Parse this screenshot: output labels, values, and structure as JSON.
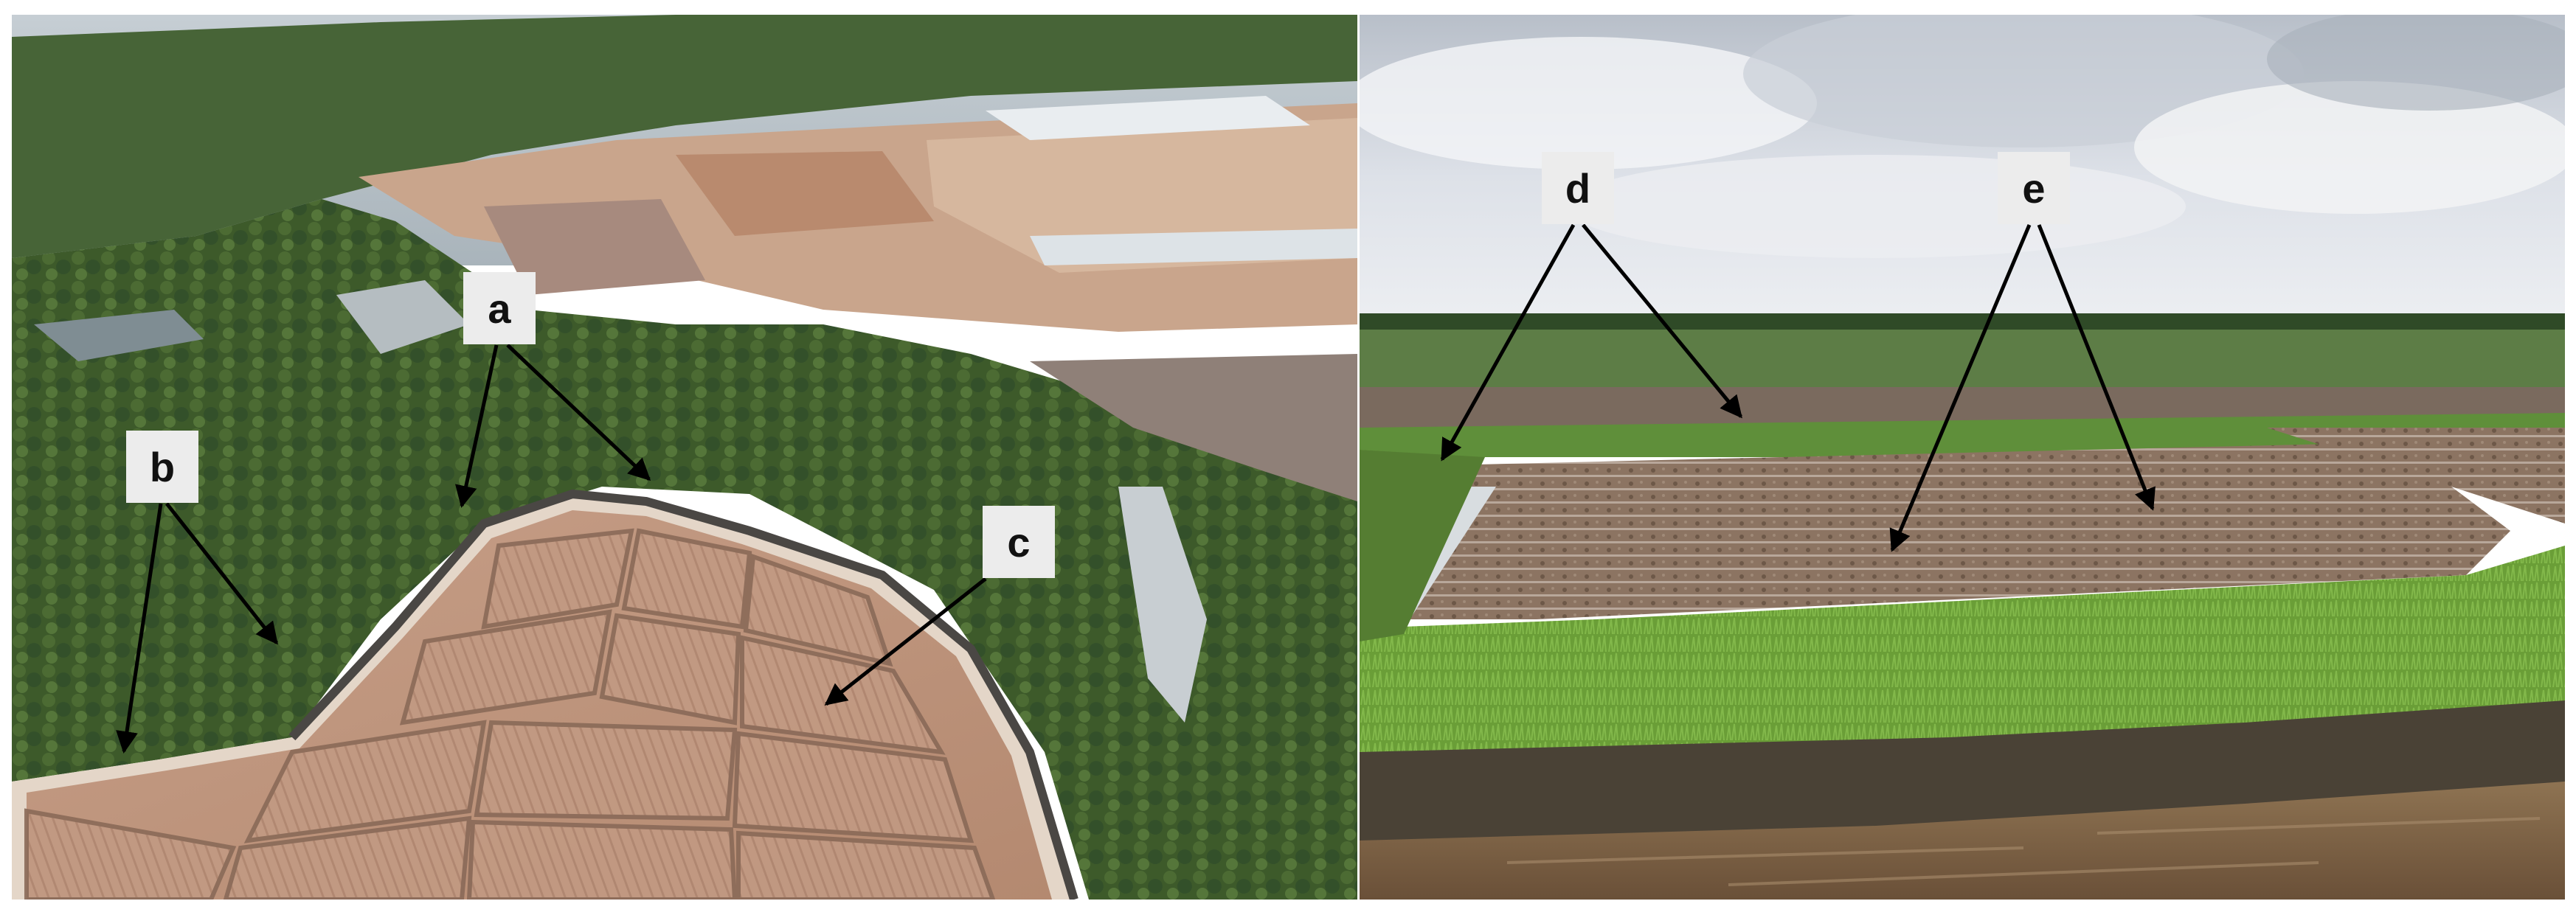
{
  "figure": {
    "panels": [
      {
        "name": "aerial-salt-field-photo",
        "labels": [
          "a",
          "b",
          "c"
        ]
      },
      {
        "name": "ground-level-field-photo",
        "labels": [
          "d",
          "e"
        ]
      }
    ]
  },
  "labels": {
    "a": "a",
    "b": "b",
    "c": "c",
    "d": "d",
    "e": "e"
  },
  "colors": {
    "river": "#b4bfc6",
    "mangrove": "#3f5a2a",
    "salt_pan": "#c49c84",
    "sky": "#dfe3ea",
    "grass": "#6ea43a",
    "water_brown": "#8a6b4c",
    "arrow": "#000000",
    "label_box": "#ececec"
  }
}
